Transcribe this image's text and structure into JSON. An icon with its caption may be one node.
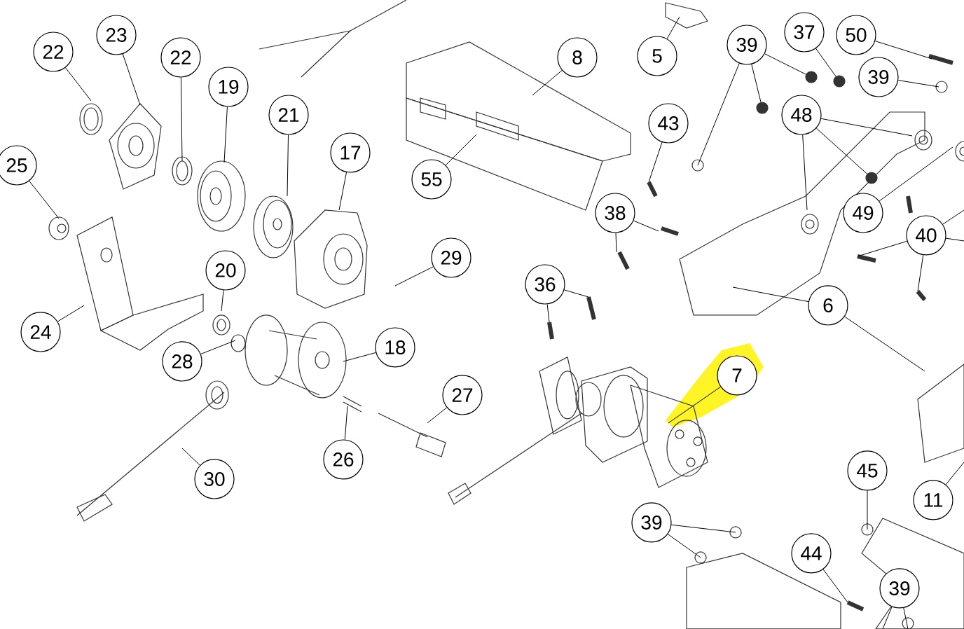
{
  "diagram": {
    "nodes": [
      {
        "text": [
          "22"
        ]
      },
      {
        "text": [
          "23"
        ]
      },
      {
        "text": [
          "22"
        ]
      },
      {
        "text": [
          "19"
        ]
      },
      {
        "text": [
          "21"
        ]
      },
      {
        "text": [
          "17"
        ]
      },
      {
        "text": [
          "25"
        ]
      },
      {
        "text": [
          "55"
        ]
      },
      {
        "text": [
          "29"
        ]
      },
      {
        "text": [
          "8"
        ]
      },
      {
        "text": [
          "5"
        ]
      },
      {
        "text": [
          "39"
        ]
      },
      {
        "text": [
          "37"
        ]
      },
      {
        "text": [
          "50"
        ]
      },
      {
        "text": [
          "39"
        ]
      },
      {
        "text": [
          "43"
        ]
      },
      {
        "text": [
          "48"
        ]
      },
      {
        "text": [
          "38"
        ]
      },
      {
        "text": [
          "49"
        ]
      },
      {
        "text": [
          "40"
        ]
      },
      {
        "text": [
          "20"
        ]
      },
      {
        "text": [
          "36"
        ]
      },
      {
        "text": [
          "6"
        ]
      },
      {
        "text": [
          "24"
        ]
      },
      {
        "text": [
          "28"
        ]
      },
      {
        "text": [
          "18"
        ]
      },
      {
        "text": [
          "27"
        ]
      },
      {
        "text": [
          "7"
        ]
      },
      {
        "text": [
          "26"
        ]
      },
      {
        "text": [
          "30"
        ]
      },
      {
        "text": [
          "45"
        ]
      },
      {
        "text": [
          "11"
        ]
      },
      {
        "text": [
          "39"
        ]
      },
      {
        "text": [
          "44"
        ]
      },
      {
        "text": [
          "39"
        ]
      },
      {
        "text": [],
        "shape": "circle"
      },
      {
        "text": [],
        "shape": "circle"
      },
      {
        "text": [],
        "shape": "circle"
      },
      {
        "text": [],
        "shape": "circle"
      }
    ],
    "edges": [
      {
        "from": 0,
        "to": null,
        "arrow": "none"
      },
      {
        "from": 1,
        "to": null,
        "arrow": "none"
      },
      {
        "from": 2,
        "to": null,
        "arrow": "none"
      },
      {
        "from": 3,
        "to": null,
        "arrow": "none"
      },
      {
        "from": 4,
        "to": null,
        "arrow": "none"
      },
      {
        "from": 5,
        "to": null,
        "arrow": "none"
      },
      {
        "from": 6,
        "to": null,
        "arrow": "none"
      },
      {
        "from": 7,
        "to": null,
        "arrow": "none"
      },
      {
        "from": 8,
        "to": null,
        "arrow": "none"
      },
      {
        "from": 9,
        "to": null,
        "arrow": "none"
      },
      {
        "from": 10,
        "to": null,
        "arrow": "none"
      },
      {
        "from": 11,
        "to": null,
        "arrow": "none"
      },
      {
        "from": 11,
        "to": 35,
        "arrow": "none"
      },
      {
        "from": 11,
        "to": 36,
        "arrow": "none"
      },
      {
        "from": 12,
        "to": 37,
        "arrow": "none"
      },
      {
        "from": 13,
        "to": null,
        "arrow": "none"
      },
      {
        "from": 14,
        "to": null,
        "arrow": "none"
      },
      {
        "from": 15,
        "to": null,
        "arrow": "none"
      },
      {
        "from": 16,
        "to": null,
        "arrow": "none"
      },
      {
        "from": 16,
        "to": 38,
        "arrow": "none"
      },
      {
        "from": 16,
        "to": null,
        "arrow": "none"
      },
      {
        "from": 17,
        "to": null,
        "arrow": "none"
      },
      {
        "from": 17,
        "to": null,
        "arrow": "none"
      },
      {
        "from": 18,
        "to": null,
        "arrow": "none"
      },
      {
        "from": 19,
        "to": null,
        "arrow": "none"
      },
      {
        "from": 19,
        "to": null,
        "arrow": "none"
      },
      {
        "from": 19,
        "to": null,
        "arrow": "none"
      },
      {
        "from": 19,
        "to": null,
        "arrow": "none"
      },
      {
        "from": 20,
        "to": null,
        "arrow": "none"
      },
      {
        "from": 21,
        "to": null,
        "arrow": "none"
      },
      {
        "from": 21,
        "to": null,
        "arrow": "none"
      },
      {
        "from": 22,
        "to": null,
        "arrow": "none"
      },
      {
        "from": 22,
        "to": null,
        "arrow": "none"
      },
      {
        "from": 23,
        "to": null,
        "arrow": "none"
      },
      {
        "from": 24,
        "to": null,
        "arrow": "none"
      },
      {
        "from": 25,
        "to": null,
        "arrow": "none"
      },
      {
        "from": 26,
        "to": null,
        "arrow": "none"
      },
      {
        "from": 27,
        "to": null,
        "arrow": "none"
      },
      {
        "from": 28,
        "to": null,
        "arrow": "none"
      },
      {
        "from": 29,
        "to": null,
        "arrow": "none"
      },
      {
        "from": 30,
        "to": null,
        "arrow": "none"
      },
      {
        "from": 31,
        "to": null,
        "arrow": "none"
      },
      {
        "from": 32,
        "to": null,
        "arrow": "none"
      },
      {
        "from": 32,
        "to": null,
        "arrow": "none"
      },
      {
        "from": 33,
        "to": null,
        "arrow": "none"
      },
      {
        "from": 34,
        "to": null,
        "arrow": "none"
      },
      {
        "from": 34,
        "to": null,
        "arrow": "none"
      }
    ]
  }
}
